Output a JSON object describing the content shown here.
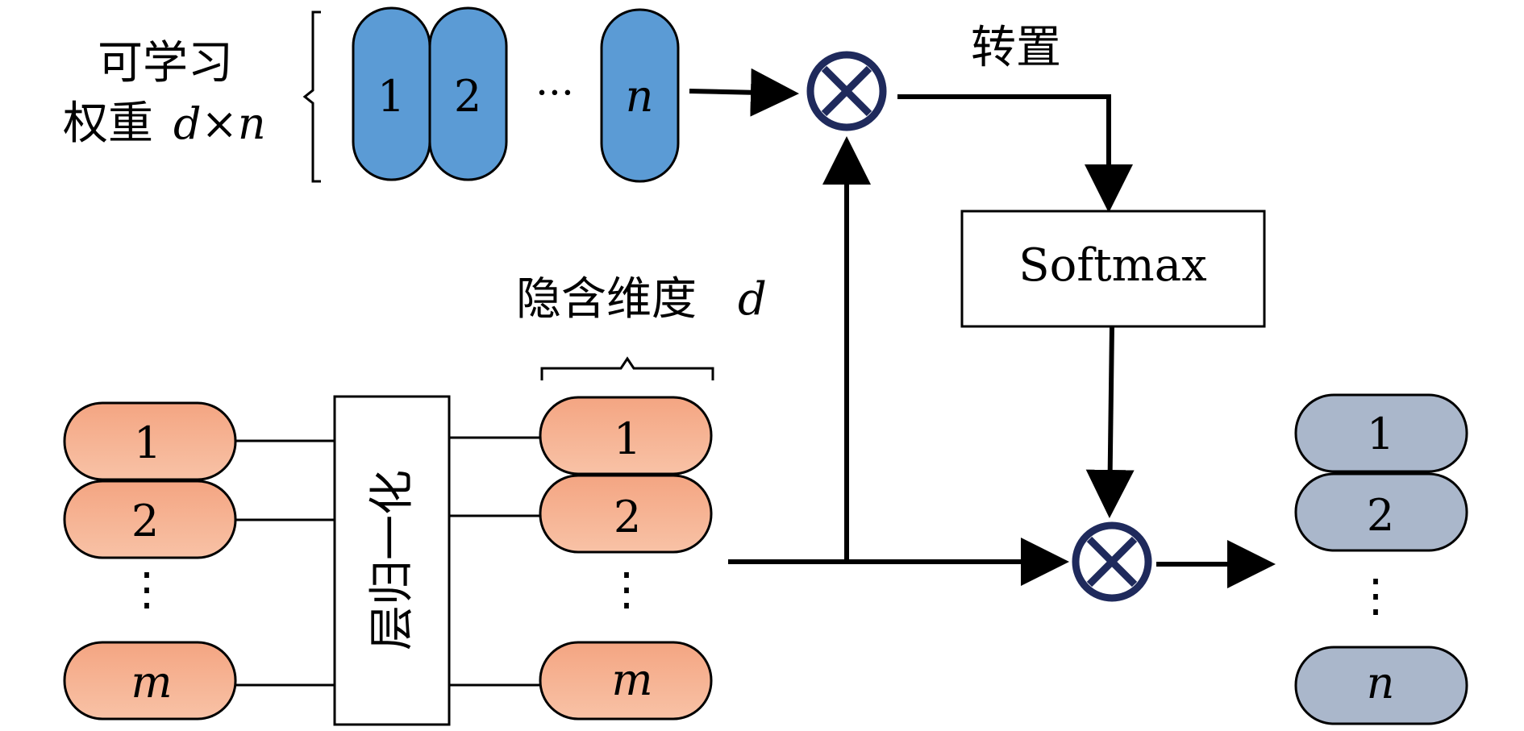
{
  "weights": {
    "label_line1": "可学习",
    "label_line2_prefix": "权重",
    "label_line2_math": "d×n",
    "items": [
      "1",
      "2",
      "n"
    ],
    "ellipsis": "···"
  },
  "transpose_label": "转置",
  "softmax_label": "Softmax",
  "hidden_dim_label_prefix": "隐含维度",
  "hidden_dim_label_math": "d",
  "layernorm_label": "层归一化",
  "input_tokens": [
    "1",
    "2",
    "m"
  ],
  "normalized_tokens": [
    "1",
    "2",
    "m"
  ],
  "output_tokens": [
    "1",
    "2",
    "n"
  ],
  "vertical_ellipsis": "⋮",
  "colors": {
    "weight_fill": "#5b9bd5",
    "token_fill_top": "#f4a582",
    "token_fill_bottom": "#f7b99b",
    "output_fill": "#aab7cb",
    "multiply_ring": "#1f2a5c",
    "stroke": "#000000"
  }
}
